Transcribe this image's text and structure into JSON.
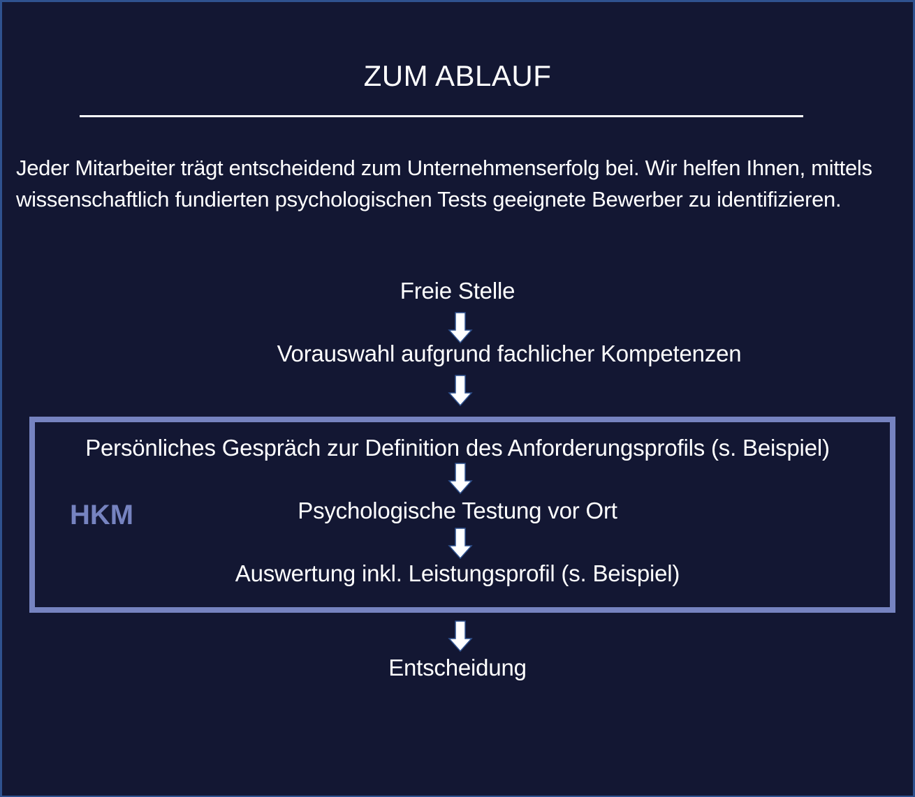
{
  "title": "ZUM ABLAUF",
  "intro": "Jeder Mitarbeiter trägt entscheidend zum Unternehmenserfolg bei. Wir helfen Ihnen, mittels wissenschaftlich fundierten psychologischen Tests geeignete Bewerber zu identifizieren.",
  "flow": {
    "steps": [
      "Freie Stelle",
      "Vorauswahl aufgrund fachlicher Kompetenzen",
      "Persönliches Gespräch zur Definition des Anforderungsprofils (s. Beispiel)",
      "Psychologische Testung vor Ort",
      "Auswertung inkl. Leistungsprofil (s. Beispiel)",
      "Entscheidung"
    ],
    "group_label": "HKM",
    "arrow_icon": "down-arrow-icon"
  },
  "colors": {
    "background": "#131733",
    "frame_border": "#2f528f",
    "accent": "#7683c0",
    "text": "#ffffff"
  }
}
